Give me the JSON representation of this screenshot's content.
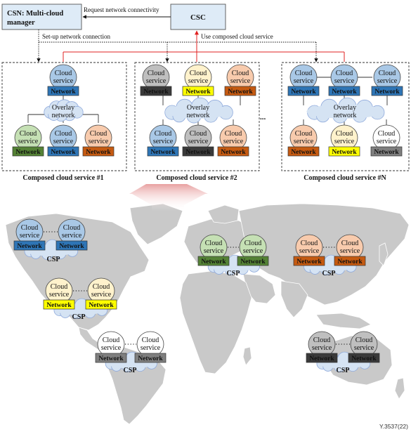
{
  "colors": {
    "blue_node": "#a9c8e6",
    "blue_net": "#2e75b6",
    "green_node": "#c5e0b4",
    "green_net": "#548235",
    "orange_node": "#f8cbad",
    "orange_net": "#c55a11",
    "gray_node": "#bfbfbf",
    "dark_net": "#3a3a3a",
    "yellow_node": "#fff2cc",
    "yellow_net": "#ffff00",
    "white_node": "#ffffff",
    "gray_net": "#7f7f7f",
    "cloud_fill": "#d5e3f3",
    "red_line": "#e02020",
    "box_fill": "#deebf7",
    "map_fill": "#c9c9c9"
  },
  "csn_box": {
    "line1": "CSN: Multi-cloud",
    "line2": "manager"
  },
  "csc_box": {
    "label": "CSC"
  },
  "arrows": {
    "request": "Request network connectivity",
    "setup": "Set-up network connection",
    "use": "Use composed cloud service"
  },
  "node": {
    "line1": "Cloud",
    "line2": "service",
    "network": "Network"
  },
  "overlay": {
    "line1": "Overlay",
    "line2": "network"
  },
  "composed": {
    "label1": "Composed cloud service #1",
    "label2": "Composed cloud service #2",
    "labelN": "Composed cloud service #N",
    "ellipsis": "..."
  },
  "csp_label": "CSP",
  "footer_id": "Y.3537(22)"
}
